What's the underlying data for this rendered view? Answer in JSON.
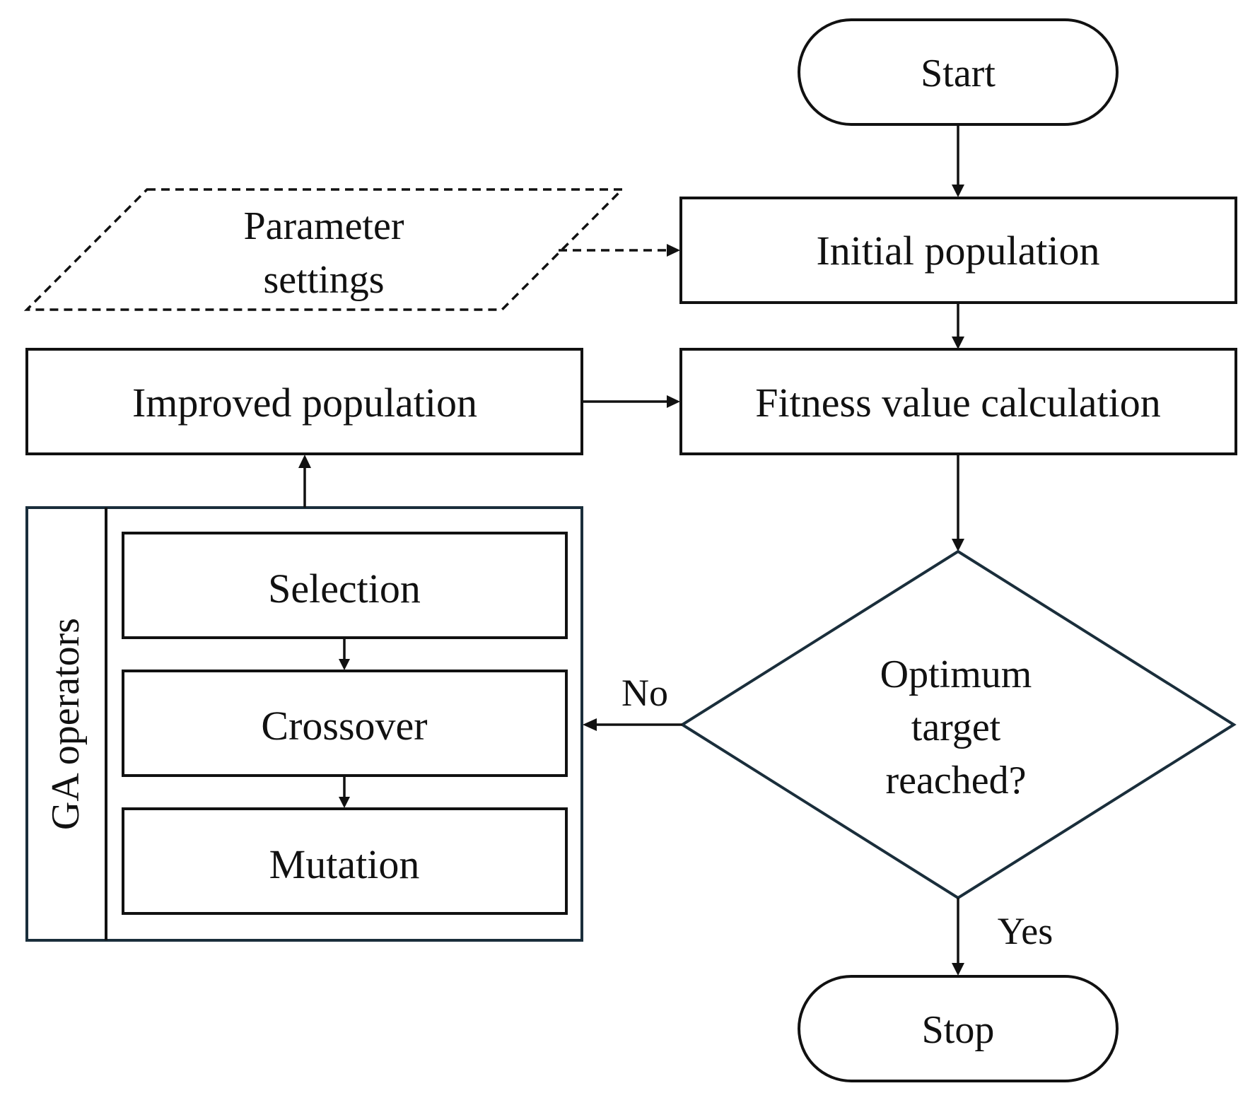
{
  "diagram": {
    "nodes": {
      "start": "Start",
      "parameter_settings": [
        "Parameter",
        "settings"
      ],
      "initial_population": "Initial population",
      "improved_population": "Improved population",
      "fitness_calculation": "Fitness value calculation",
      "ga_operators_title": "GA operators",
      "selection": "Selection",
      "crossover": "Crossover",
      "mutation": "Mutation",
      "decision": [
        "Optimum",
        "target",
        "reached?"
      ],
      "stop": "Stop"
    },
    "edge_labels": {
      "no": "No",
      "yes": "Yes"
    },
    "colors": {
      "stroke": "#111111",
      "group_border": "#1a2e3b",
      "background": "#ffffff"
    }
  }
}
